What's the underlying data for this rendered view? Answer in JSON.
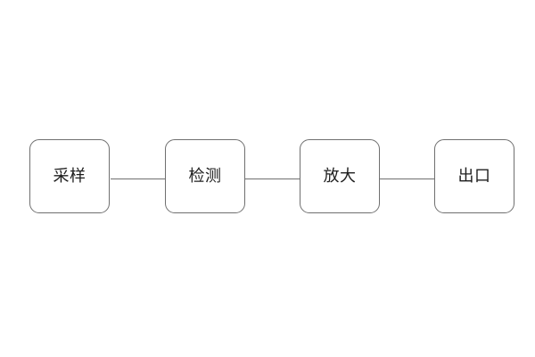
{
  "diagram": {
    "type": "flowchart",
    "orientation": "horizontal",
    "background_color": "#ffffff",
    "node_border_color": "#6f6f6f",
    "node_fill_color": "#ffffff",
    "label_color": "#1d1d1d",
    "connector_color": "#6f6f6f",
    "nodes": [
      {
        "id": "sampling",
        "label": "采样"
      },
      {
        "id": "detection",
        "label": "检测"
      },
      {
        "id": "amplification",
        "label": "放大"
      },
      {
        "id": "outlet",
        "label": "出口"
      }
    ],
    "connectors": [
      {
        "from": "sampling",
        "to": "detection",
        "arrowhead": "none"
      },
      {
        "from": "detection",
        "to": "amplification",
        "arrowhead": "none"
      },
      {
        "from": "amplification",
        "to": "outlet",
        "arrowhead": "none"
      }
    ]
  }
}
